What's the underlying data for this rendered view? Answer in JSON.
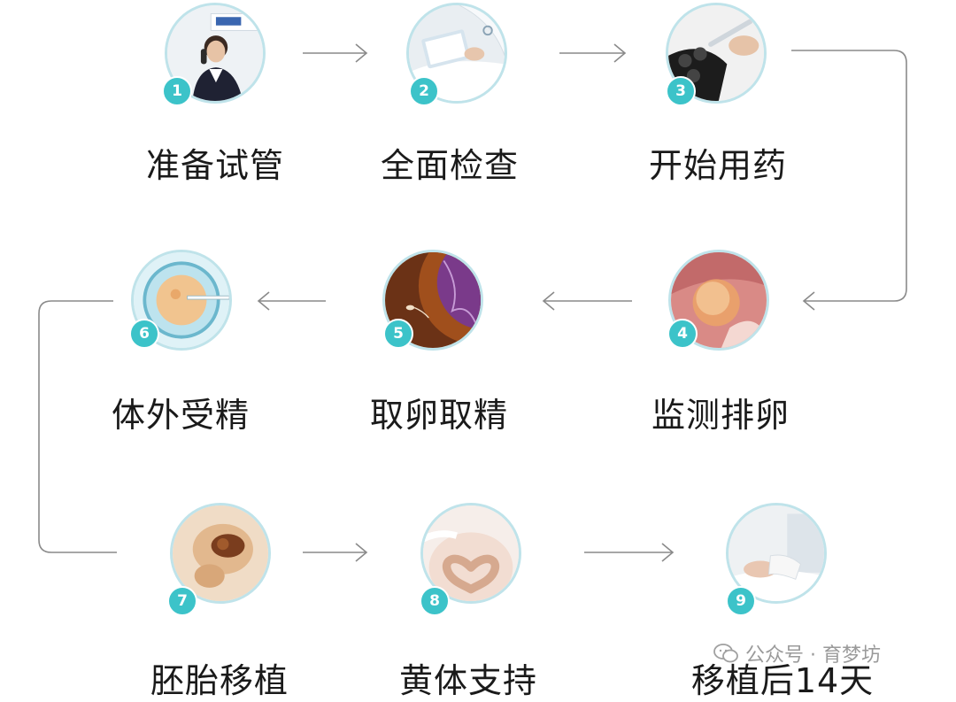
{
  "steps": [
    {
      "number": "1",
      "label": "准备试管"
    },
    {
      "number": "2",
      "label": "全面检查"
    },
    {
      "number": "3",
      "label": "开始用药"
    },
    {
      "number": "4",
      "label": "监测排卵"
    },
    {
      "number": "5",
      "label": "取卵取精"
    },
    {
      "number": "6",
      "label": "体外受精"
    },
    {
      "number": "7",
      "label": "胚胎移植"
    },
    {
      "number": "8",
      "label": "黄体支持"
    },
    {
      "number": "9",
      "label": "移植后14天"
    }
  ],
  "watermark": {
    "text": "公众号 · 育梦坊"
  },
  "colors": {
    "badge": "#3cc3c9",
    "ring": "#bfe3ea",
    "arrow": "#8a8a8a"
  }
}
